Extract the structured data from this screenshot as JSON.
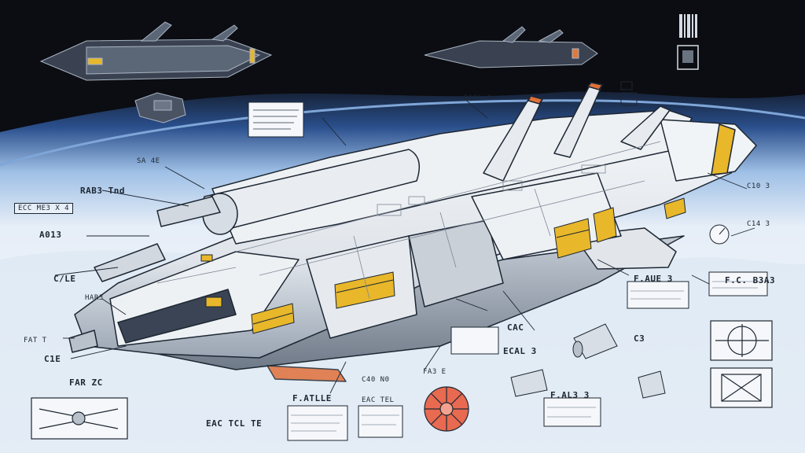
{
  "labels": {
    "l1": "RAB3 Tnd",
    "l2": "ECC ME3 X 4",
    "l3": "A013",
    "l4": "C/LE",
    "l5": "HAR3",
    "l6": "FAT T",
    "l7": "C1E",
    "l8": "EAC TCL TE",
    "l9": "F.ATLLE",
    "l10": "C40 N0",
    "l11": "EAC TEL",
    "l12": "CAC",
    "l13": "F.AL3 3",
    "l14": "FA3 E",
    "l15": "F.AUE 3",
    "l16": "F.C. B3A3",
    "l17": "C10 3",
    "l18": "C14 3",
    "l19": "C3",
    "l20": "FAR ZC",
    "l21": "ECAL 3",
    "l22": "SA 4E",
    "l23": "F1SL 3"
  },
  "colors": {
    "space": "#0b0d12",
    "planet_blue": "#3a6fb8",
    "hull": "#e3e7ec",
    "hull_shadow": "#aab3bf",
    "ink": "#1d2733",
    "accent_yellow": "#e8b72a",
    "accent_orange": "#e0703a",
    "reactor": "#e86a50"
  }
}
